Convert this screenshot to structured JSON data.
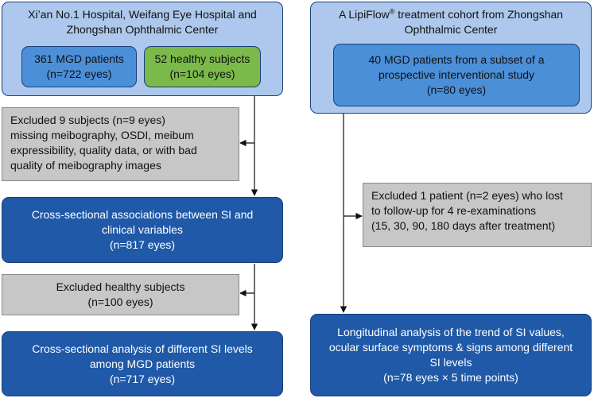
{
  "left": {
    "source": {
      "line1": "Xi’an No.1 Hospital, Weifang Eye Hospital and",
      "line2": "Zhongshan Ophthalmic Center"
    },
    "mgd": {
      "line1": "361 MGD patients",
      "line2": "(n=722 eyes)"
    },
    "healthy": {
      "line1": "52 healthy subjects",
      "line2": "(n=104 eyes)"
    },
    "excluded1": [
      "Excluded 9 subjects (n=9 eyes)",
      "missing meibography, OSDI, meibum",
      "expressibility, quality data, or with bad",
      "quality of meibography images"
    ],
    "cross_assoc": [
      "Cross-sectional associations between SI and",
      "clinical variables",
      "(n=817 eyes)"
    ],
    "excluded2": [
      "Excluded healthy subjects",
      "(n=100 eyes)"
    ],
    "cross_analysis": [
      "Cross-sectional analysis of different SI levels",
      "among MGD patients",
      "(n=717 eyes)"
    ]
  },
  "right": {
    "source": {
      "line1_a": "A LipiFlow",
      "line1_sup": "®",
      "line1_b": " treatment cohort from Zhongshan",
      "line2": "Ophthalmic Center"
    },
    "patients": [
      "40 MGD patients from a subset of a",
      "prospective interventional study",
      "(n=80 eyes)"
    ],
    "excluded": [
      "Excluded 1 patient (n=2 eyes) who lost",
      "to follow-up for 4 re-examinations",
      "(15, 30, 90, 180 days after treatment)"
    ],
    "longitudinal": [
      "Longitudinal analysis of the trend of  SI values,",
      "ocular surface symptoms & signs among different",
      "SI levels",
      "(n=78 eyes × 5 time points)"
    ]
  }
}
